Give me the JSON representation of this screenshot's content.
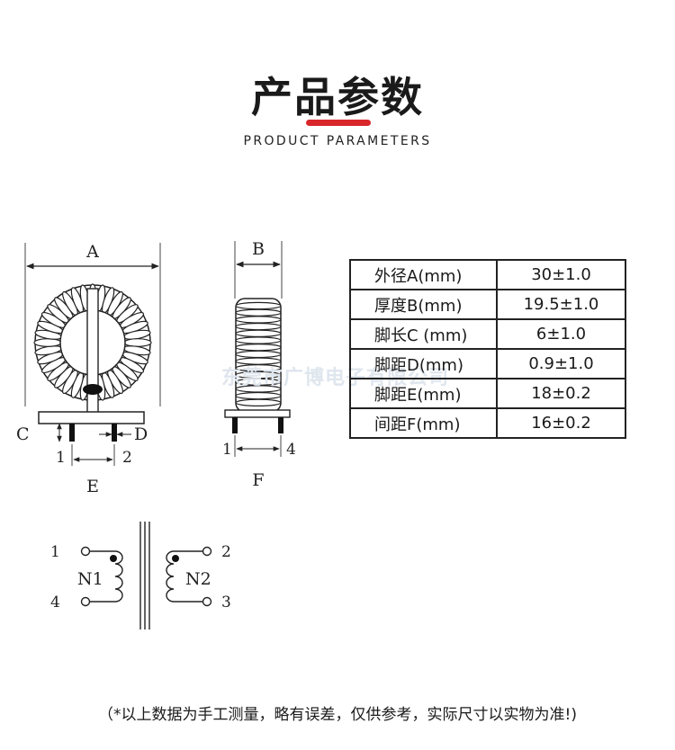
{
  "header": {
    "title": "产品参数",
    "subtitle": "PRODUCT PARAMETERS",
    "accent_color": "#d8262b"
  },
  "diagram": {
    "front_view": {
      "dim_a": "A",
      "dim_c": "C",
      "dim_d": "D",
      "dim_e": "E",
      "pin_1": "1",
      "pin_2": "2"
    },
    "side_view": {
      "dim_b": "B",
      "dim_f": "F",
      "pin_1": "1",
      "pin_4": "4"
    },
    "schematic": {
      "winding_1": "N1",
      "winding_2": "N2",
      "pin_1": "1",
      "pin_2": "2",
      "pin_3": "3",
      "pin_4": "4"
    }
  },
  "params": [
    {
      "label": "外径A(mm)",
      "value": "30±1.0"
    },
    {
      "label": "厚度B(mm)",
      "value": "19.5±1.0"
    },
    {
      "label": "脚长C (mm)",
      "value": "6±1.0"
    },
    {
      "label": "脚距D(mm)",
      "value": "0.9±1.0"
    },
    {
      "label": "脚距E(mm)",
      "value": "18±0.2"
    },
    {
      "label": "间距F(mm)",
      "value": "16±0.2"
    }
  ],
  "watermark": "东莞市广博电子有限公司",
  "note": "（*以上数据为手工测量，略有误差，仅供参考，实际尺寸以实物为准!)"
}
